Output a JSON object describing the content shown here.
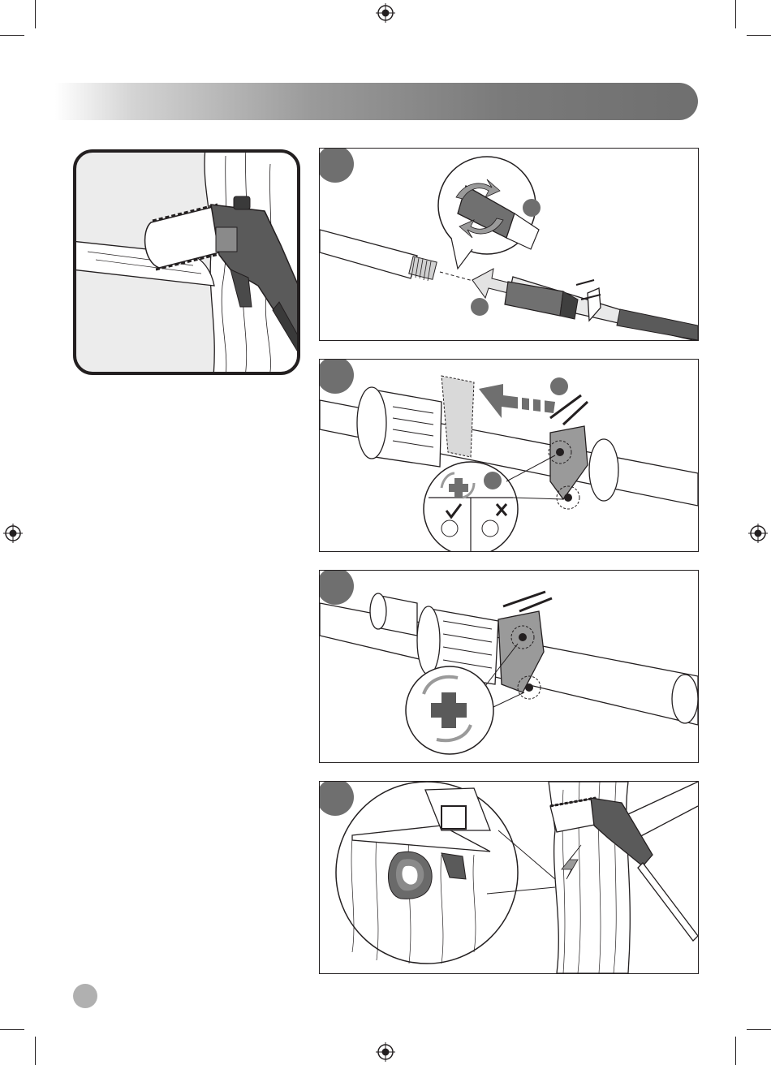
{
  "page": {
    "header_title": "",
    "page_number": ""
  },
  "figures": [
    {
      "id": "overview",
      "caption": ""
    },
    {
      "id": "step-1",
      "caption": ""
    },
    {
      "id": "step-2",
      "caption": ""
    },
    {
      "id": "step-3",
      "caption": ""
    },
    {
      "id": "step-4",
      "caption": ""
    }
  ],
  "colors": {
    "ink": "#231f20",
    "header_gradient_dark": "#6f6f6f",
    "badge": "#6f6f6f",
    "page_tab": "#b0b0b0",
    "tool_body": "#5a5a5a"
  },
  "icons": [
    "registration-mark-icon",
    "rotate-arrows-icon",
    "check-mark-icon",
    "cross-mark-icon",
    "direction-arrow-icon"
  ]
}
